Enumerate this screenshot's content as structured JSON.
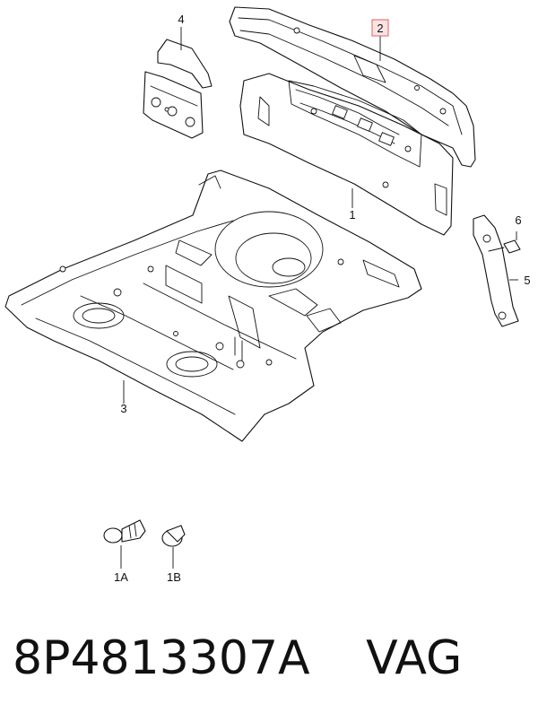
{
  "callouts": {
    "c1": "1",
    "c2": "2",
    "c3": "3",
    "c4": "4",
    "c5": "5",
    "c6": "6",
    "c1a": "1A",
    "c1b": "1B"
  },
  "highlight_color": "#e06060",
  "caption": {
    "part_number": "8P4813307A",
    "brand": "VAG"
  }
}
